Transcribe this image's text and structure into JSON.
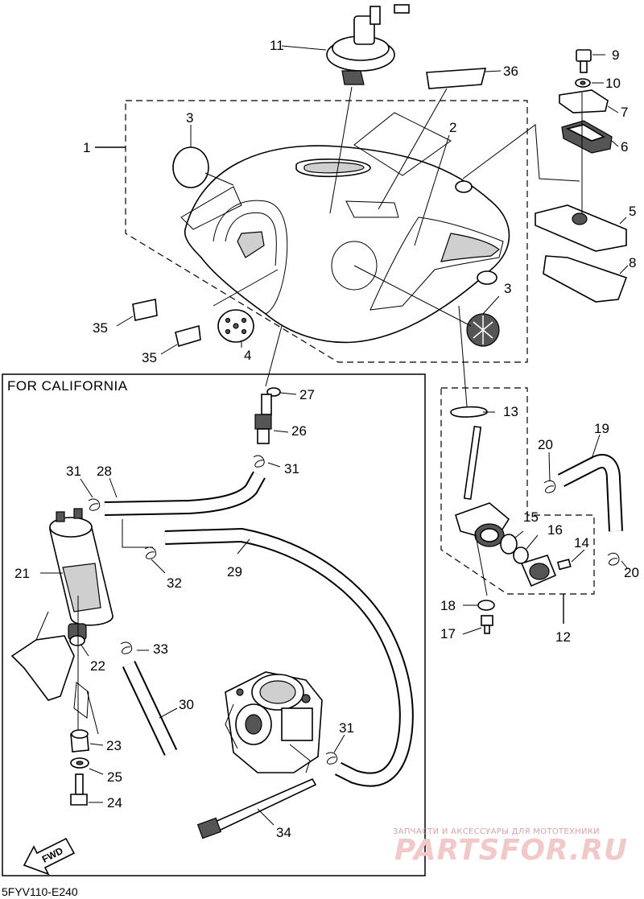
{
  "diagram": {
    "section_title": "FOR CALIFORNIA",
    "drawing_code": "5FYV110-E240",
    "fwd_label": "FWD",
    "parts": [
      {
        "id": "p1",
        "number": "1"
      },
      {
        "id": "p2",
        "number": "2"
      },
      {
        "id": "p3a",
        "number": "3"
      },
      {
        "id": "p3b",
        "number": "3"
      },
      {
        "id": "p4",
        "number": "4"
      },
      {
        "id": "p5",
        "number": "5"
      },
      {
        "id": "p6",
        "number": "6"
      },
      {
        "id": "p7",
        "number": "7"
      },
      {
        "id": "p8",
        "number": "8"
      },
      {
        "id": "p9",
        "number": "9"
      },
      {
        "id": "p10",
        "number": "10"
      },
      {
        "id": "p11",
        "number": "11"
      },
      {
        "id": "p12",
        "number": "12"
      },
      {
        "id": "p13",
        "number": "13"
      },
      {
        "id": "p14",
        "number": "14"
      },
      {
        "id": "p15",
        "number": "15"
      },
      {
        "id": "p16",
        "number": "16"
      },
      {
        "id": "p17",
        "number": "17"
      },
      {
        "id": "p18",
        "number": "18"
      },
      {
        "id": "p19",
        "number": "19"
      },
      {
        "id": "p20a",
        "number": "20"
      },
      {
        "id": "p20b",
        "number": "20"
      },
      {
        "id": "p21",
        "number": "21"
      },
      {
        "id": "p22",
        "number": "22"
      },
      {
        "id": "p23",
        "number": "23"
      },
      {
        "id": "p24",
        "number": "24"
      },
      {
        "id": "p25",
        "number": "25"
      },
      {
        "id": "p26",
        "number": "26"
      },
      {
        "id": "p27",
        "number": "27"
      },
      {
        "id": "p28",
        "number": "28"
      },
      {
        "id": "p29",
        "number": "29"
      },
      {
        "id": "p30",
        "number": "30"
      },
      {
        "id": "p31a",
        "number": "31"
      },
      {
        "id": "p31b",
        "number": "31"
      },
      {
        "id": "p31c",
        "number": "31"
      },
      {
        "id": "p32",
        "number": "32"
      },
      {
        "id": "p33",
        "number": "33"
      },
      {
        "id": "p34",
        "number": "34"
      },
      {
        "id": "p35a",
        "number": "35"
      },
      {
        "id": "p35b",
        "number": "35"
      },
      {
        "id": "p36",
        "number": "36"
      }
    ]
  },
  "watermark": {
    "tagline": "ЗАПЧАСТИ И АКСЕССУАРЫ ДЛЯ МОТОТЕХНИКИ",
    "brand": "PARTSFOR.RU",
    "color": "#e8a8a8"
  }
}
